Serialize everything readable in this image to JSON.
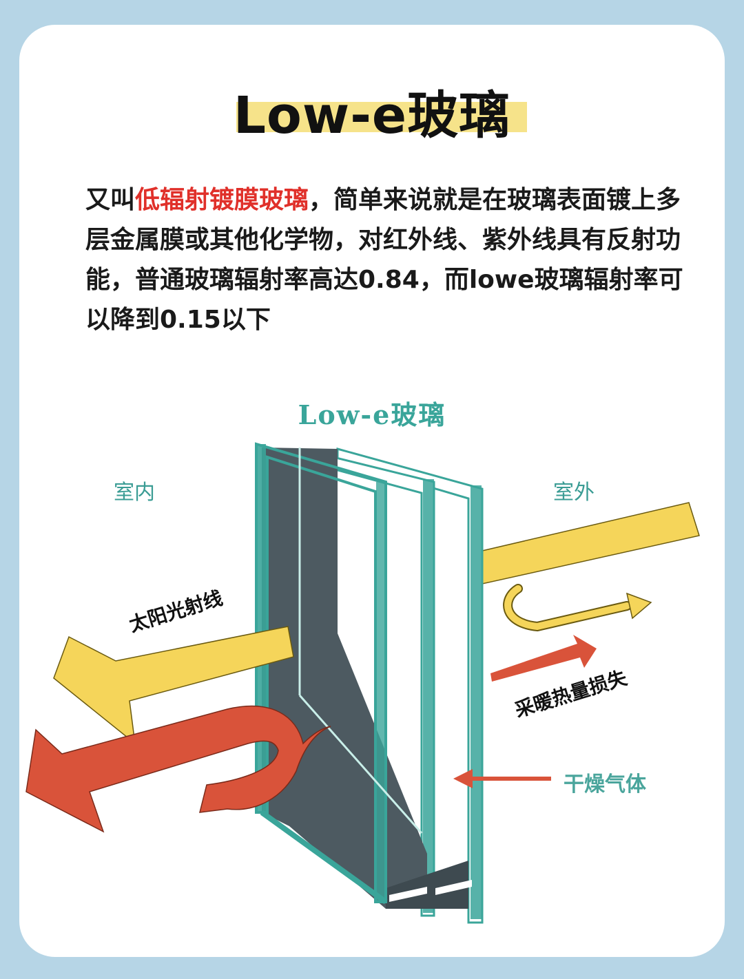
{
  "header": {
    "title": "Low-e玻璃"
  },
  "description": {
    "prefix": "又叫",
    "highlight": "低辐射镀膜玻璃",
    "rest": "，简单来说就是在玻璃表面镀上多层金属膜或其他化学物，对红外线、紫外线具有反射功能，普通玻璃辐射率高达0.84，而lowe玻璃辐射率可以降到0.15以下",
    "highlight_color": "#e0302a"
  },
  "diagram": {
    "title": "Low-e玻璃",
    "labels": {
      "indoor": "室内",
      "outdoor": "室外",
      "solar_rays": "太阳光射线",
      "heating_loss": "采暖热量损失",
      "dry_gas": "干燥气体"
    },
    "colors": {
      "glass_edge": "#3aa59a",
      "frame": "#4d5a61",
      "solar_arrow": "#f5d55a",
      "heat_arrow": "#d9533a",
      "background": "#b6d5e6",
      "title_highlight": "#f6e38a"
    }
  }
}
